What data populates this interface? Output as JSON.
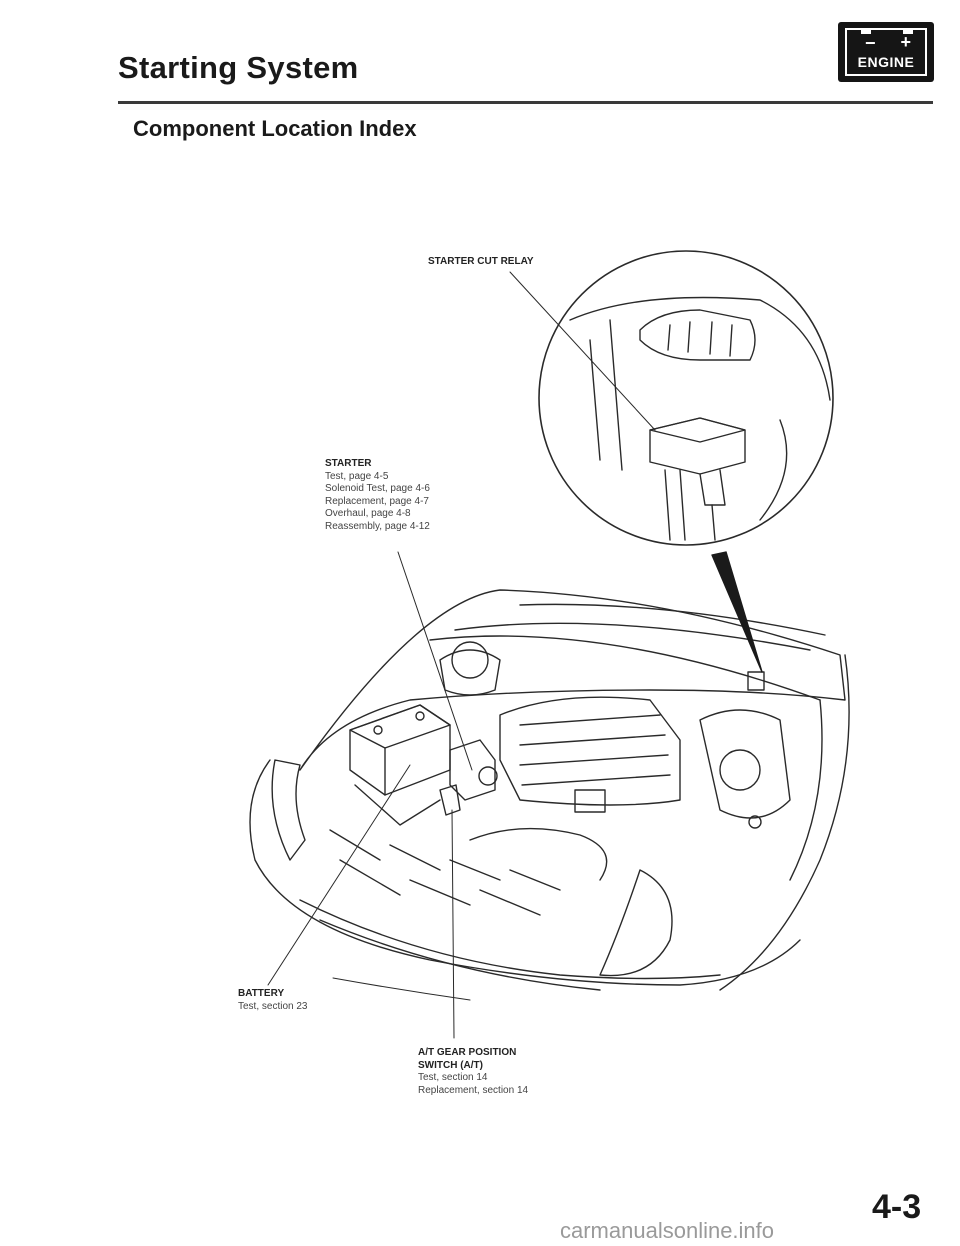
{
  "header": {
    "title": "Starting System",
    "subtitle": "Component Location Index",
    "badge_label": "ENGINE",
    "badge_neg": "−",
    "badge_pos": "+"
  },
  "labels": {
    "starter_cut_relay": {
      "title": "STARTER CUT RELAY"
    },
    "starter": {
      "title": "STARTER",
      "lines": [
        "Test, page 4-5",
        "Solenoid Test, page 4-6",
        "Replacement, page 4-7",
        "Overhaul, page 4-8",
        "Reassembly, page 4-12"
      ]
    },
    "battery": {
      "title": "BATTERY",
      "lines": [
        "Test, section 23"
      ]
    },
    "at_gear_switch": {
      "title_line1": "A/T GEAR POSITION",
      "title_line2": "SWITCH (A/T)",
      "lines": [
        "Test, section 14",
        "Replacement, section 14"
      ]
    }
  },
  "footer": {
    "page_number": "4-3",
    "watermark": "carmanualsonline.info"
  }
}
